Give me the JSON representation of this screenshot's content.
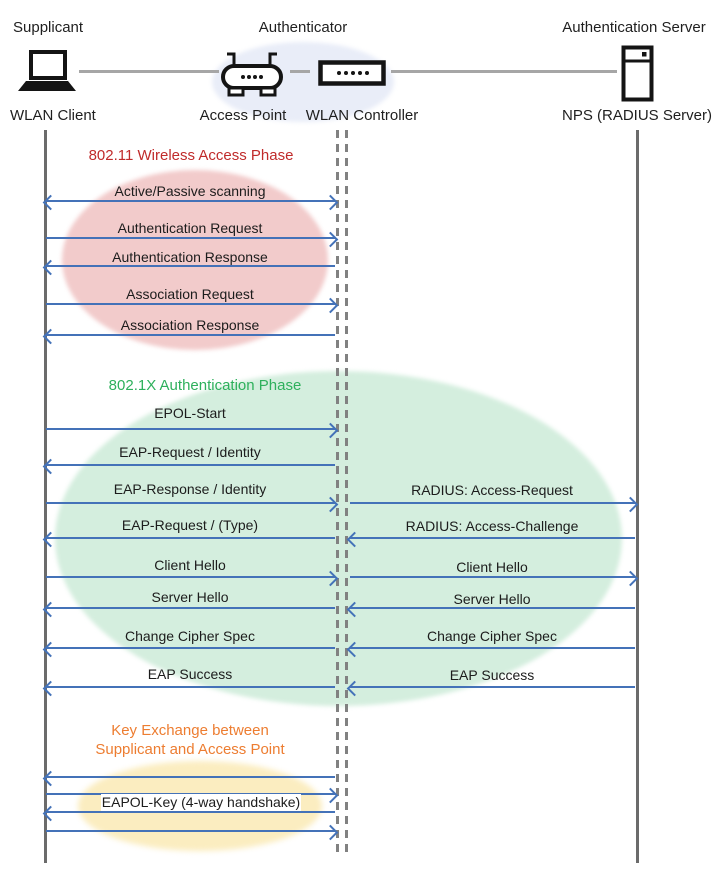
{
  "header": {
    "supplicant_role": "Supplicant",
    "authenticator_role": "Authenticator",
    "server_role": "Authentication Server",
    "wlan_client": "WLAN Client",
    "access_point": "Access Point",
    "wlan_controller": "WLAN Controller",
    "nps": "NPS (RADIUS Server)"
  },
  "phase1": {
    "title": "802.11 Wireless Access Phase",
    "title_color": "#c02b2b",
    "ellipse_color": "#f2cbcb",
    "messages": [
      {
        "label": "Active/Passive scanning",
        "direction": "both"
      },
      {
        "label": "Authentication Request",
        "direction": "right"
      },
      {
        "label": "Authentication Response",
        "direction": "left"
      },
      {
        "label": "Association Request",
        "direction": "right"
      },
      {
        "label": "Association Response",
        "direction": "left"
      }
    ]
  },
  "phase2": {
    "title": "802.1X Authentication Phase",
    "title_color": "#2eb05c",
    "ellipse_color": "#d4eede",
    "left_messages": [
      {
        "label": "EPOL-Start",
        "direction": "right"
      },
      {
        "label": "EAP-Request / Identity",
        "direction": "left"
      },
      {
        "label": "EAP-Response / Identity",
        "direction": "right"
      },
      {
        "label": "EAP-Request / (Type)",
        "direction": "left"
      },
      {
        "label": "Client Hello",
        "direction": "right"
      },
      {
        "label": "Server Hello",
        "direction": "left"
      },
      {
        "label": "Change Cipher Spec",
        "direction": "left"
      },
      {
        "label": "EAP Success",
        "direction": "left"
      }
    ],
    "right_messages": [
      {
        "label": "RADIUS: Access-Request",
        "direction": "right"
      },
      {
        "label": "RADIUS: Access-Challenge",
        "direction": "left"
      },
      {
        "label": "Client Hello",
        "direction": "right"
      },
      {
        "label": "Server Hello",
        "direction": "left"
      },
      {
        "label": "Change Cipher Spec",
        "direction": "left"
      },
      {
        "label": "EAP Success",
        "direction": "left"
      }
    ]
  },
  "phase3": {
    "title_line1": "Key Exchange between",
    "title_line2": "Supplicant and Access Point",
    "title_color": "#ed7d31",
    "ellipse_color": "#fbedc0",
    "handshake_label": "EAPOL-Key (4-way handshake)",
    "arrow_directions": [
      "left",
      "right",
      "left",
      "right"
    ]
  },
  "colors": {
    "arrow": "#4472b8",
    "lifeline": "#6b6b6b",
    "dashed_lifeline": "#818181",
    "connector": "#a6a6a6",
    "authenticator_ellipse": "#e9edf8",
    "text": "#1c1c1c"
  }
}
